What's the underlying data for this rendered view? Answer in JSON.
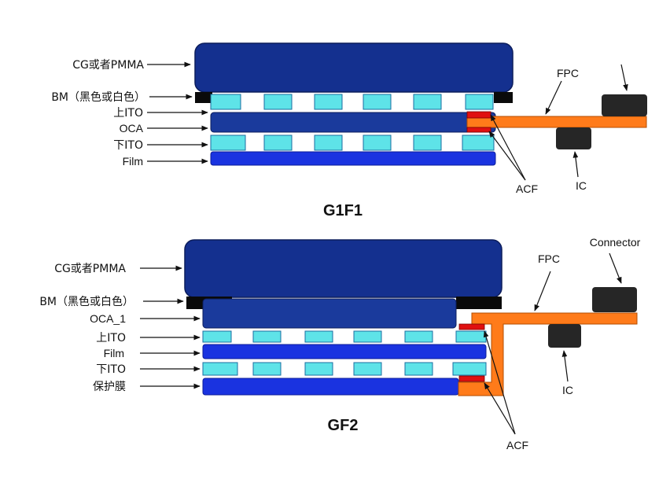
{
  "colors": {
    "cover": "#14308f",
    "cover_edge": "#0c1d5c",
    "bm": "#0a0a0a",
    "ito": "#5ee3e8",
    "ito_edge": "#1b6ea0",
    "oca": "#1a3a9c",
    "film": "#1a33e0",
    "fpc": "#ff7b1a",
    "acf": "#e01010",
    "chip": "#262626"
  },
  "g1f1": {
    "title": "G1F1",
    "labels": {
      "cg": "CG或者PMMA",
      "bm": "BM（黑色或白色）",
      "top_ito": "上ITO",
      "oca": "OCA",
      "bottom_ito": "下ITO",
      "film": "Film"
    },
    "fpc": "FPC",
    "acf": "ACF",
    "ic": "IC"
  },
  "gf2": {
    "title": "GF2",
    "labels": {
      "cg": "CG或者PMMA",
      "bm": "BM（黑色或白色）",
      "oca1": "OCA_1",
      "top_ito": "上ITO",
      "film": "Film",
      "bottom_ito": "下ITO",
      "protect": "保护膜"
    },
    "fpc": "FPC",
    "connector": "Connector",
    "acf": "ACF",
    "ic": "IC"
  }
}
